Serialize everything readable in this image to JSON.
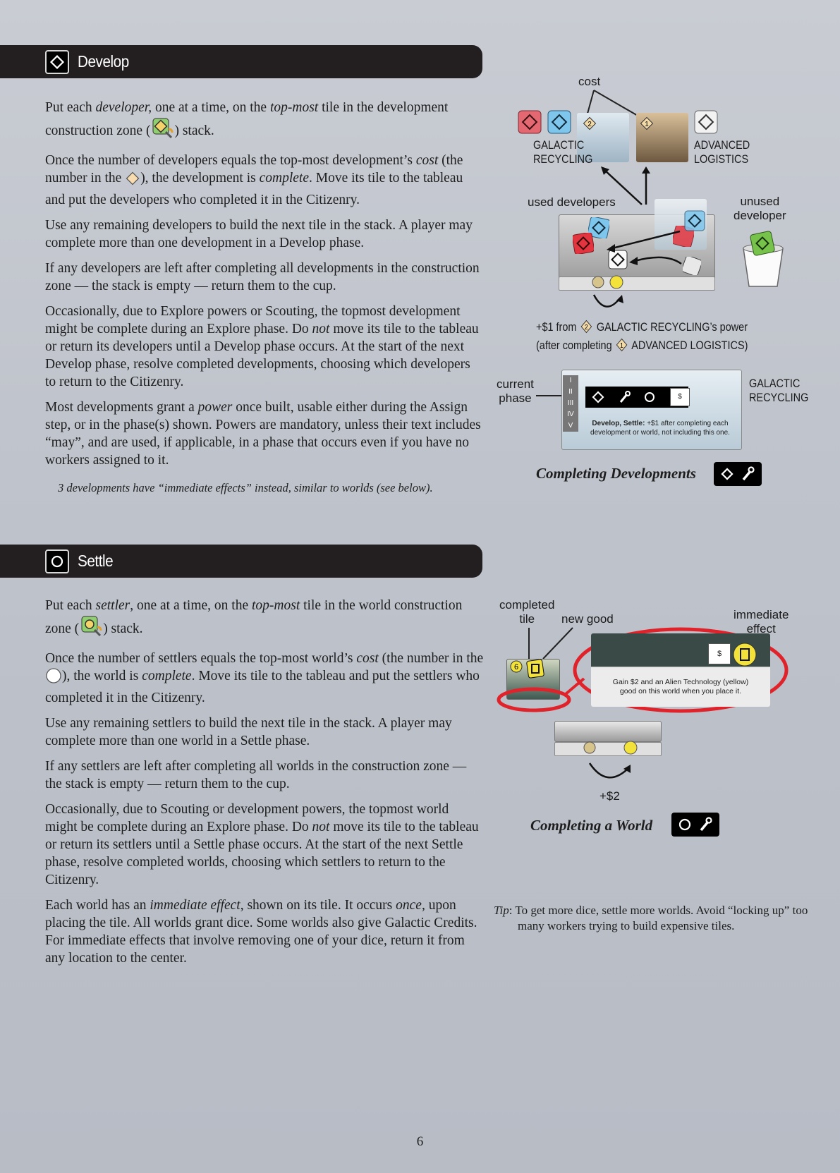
{
  "develop": {
    "title": "Develop",
    "paragraphs": [
      {
        "a": "Put each ",
        "b": "developer,",
        "c": " one at a time, on the ",
        "d": "top-most",
        "e": " tile in the development construction zone (",
        "f": ") stack."
      },
      {
        "a": "Once the number of developers equals the top-most development’s ",
        "b": "cost",
        "c": " (the number in the ",
        "d": "), the development is ",
        "e": "complete",
        "f": ". Move its tile to the tableau and put the developers who completed it in the Citizenry."
      },
      "Use any remaining developers to build the next tile in the stack. A player may complete more than one development in a Develop phase.",
      "If any developers are left after completing all developments in the construction zone — the stack is empty — return them to the cup.",
      {
        "a": "Occasionally, due to Explore powers or Scouting, the topmost development might be complete during an Explore phase. Do ",
        "b": "not",
        "c": " move its tile to the tableau or return its developers until a Develop phase occurs. At the start of the next Develop phase, resolve completed developments, choosing which developers to return to the Citizenry."
      },
      {
        "a": "Most developments grant a ",
        "b": "power",
        "c": " once built, usable either during the Assign step, or in the phase(s) shown. Powers are mandatory, unless their text includes “may”, and are used, if applicable, in a phase that occurs even if you have no workers assigned to it."
      }
    ],
    "note": "3 developments have “immediate effects” instead, similar to worlds (see below).",
    "figure": {
      "label_cost": "cost",
      "label_galactic": "GALACTIC\nRECYCLING",
      "label_advanced": "ADVANCED\nLOGISTICS",
      "label_used": "used developers",
      "label_unused": "unused\ndeveloper",
      "bonus_line1_a": "+$1 from",
      "bonus_line1_b": "GALACTIC RECYCLING’s power",
      "bonus_line2_a": "(after completing",
      "bonus_line2_b": "ADVANCED LOGISTICS)",
      "cost_small": "2",
      "cost_big": "1",
      "label_current_phase": "current\nphase",
      "label_galactic2": "GALACTIC\nRECYCLING",
      "phases": [
        "I",
        "II",
        "III",
        "IV",
        "V"
      ],
      "tile_power_bold": "Develop, Settle:",
      "tile_power_text": " +$1 after completing each development or world, not including this one.",
      "caption": "Completing Developments"
    }
  },
  "settle": {
    "title": "Settle",
    "paragraphs": [
      {
        "a": "Put each ",
        "b": "settler",
        "c": ", one at a time, on the ",
        "d": "top-most",
        "e": " tile in the world construction zone (",
        "f": ") stack."
      },
      {
        "a": "Once the number of settlers equals the top-most world’s ",
        "b": "cost",
        "c": " (the number in the ",
        "d": "), the world is ",
        "e": "complete",
        "f": ". Move its tile to the tableau and put the settlers who completed it in the Citizenry."
      },
      "Use any remaining settlers to build the next tile in the stack. A player may complete more than one world in a Settle phase.",
      "If any settlers are left after completing all worlds in the construction zone — the stack is empty — return them to the cup.",
      {
        "a": "Occasionally, due to Scouting or development powers, the topmost world might be complete during an Explore phase. Do ",
        "b": "not",
        "c": " move its tile to the tableau or return its settlers until a Settle phase occurs. At the start of the next Settle phase, resolve completed worlds, choosing which settlers to return to the Citizenry."
      },
      {
        "a": "Each world has an ",
        "b": "immediate effect",
        "c": ", shown on its tile. It occurs ",
        "d": "once,",
        "e": " upon placing the tile. All worlds grant dice. Some worlds also give Galactic Credits. For immediate effects that involve removing one of your dice, return it from any location to the center."
      }
    ],
    "figure": {
      "label_completed": "completed\ntile",
      "label_new_good": "new good",
      "label_immediate": "immediate\neffect",
      "world_cost": "6",
      "effect_text": "Gain $2 and an Alien Technology (yellow) good on this world when you place it.",
      "bonus": "+$2",
      "caption": "Completing a World"
    },
    "tip_label": "Tip",
    "tip_text": ": To get more dice, settle more worlds. Avoid “locking up” too many workers trying to build expensive tiles."
  },
  "page_number": "6"
}
